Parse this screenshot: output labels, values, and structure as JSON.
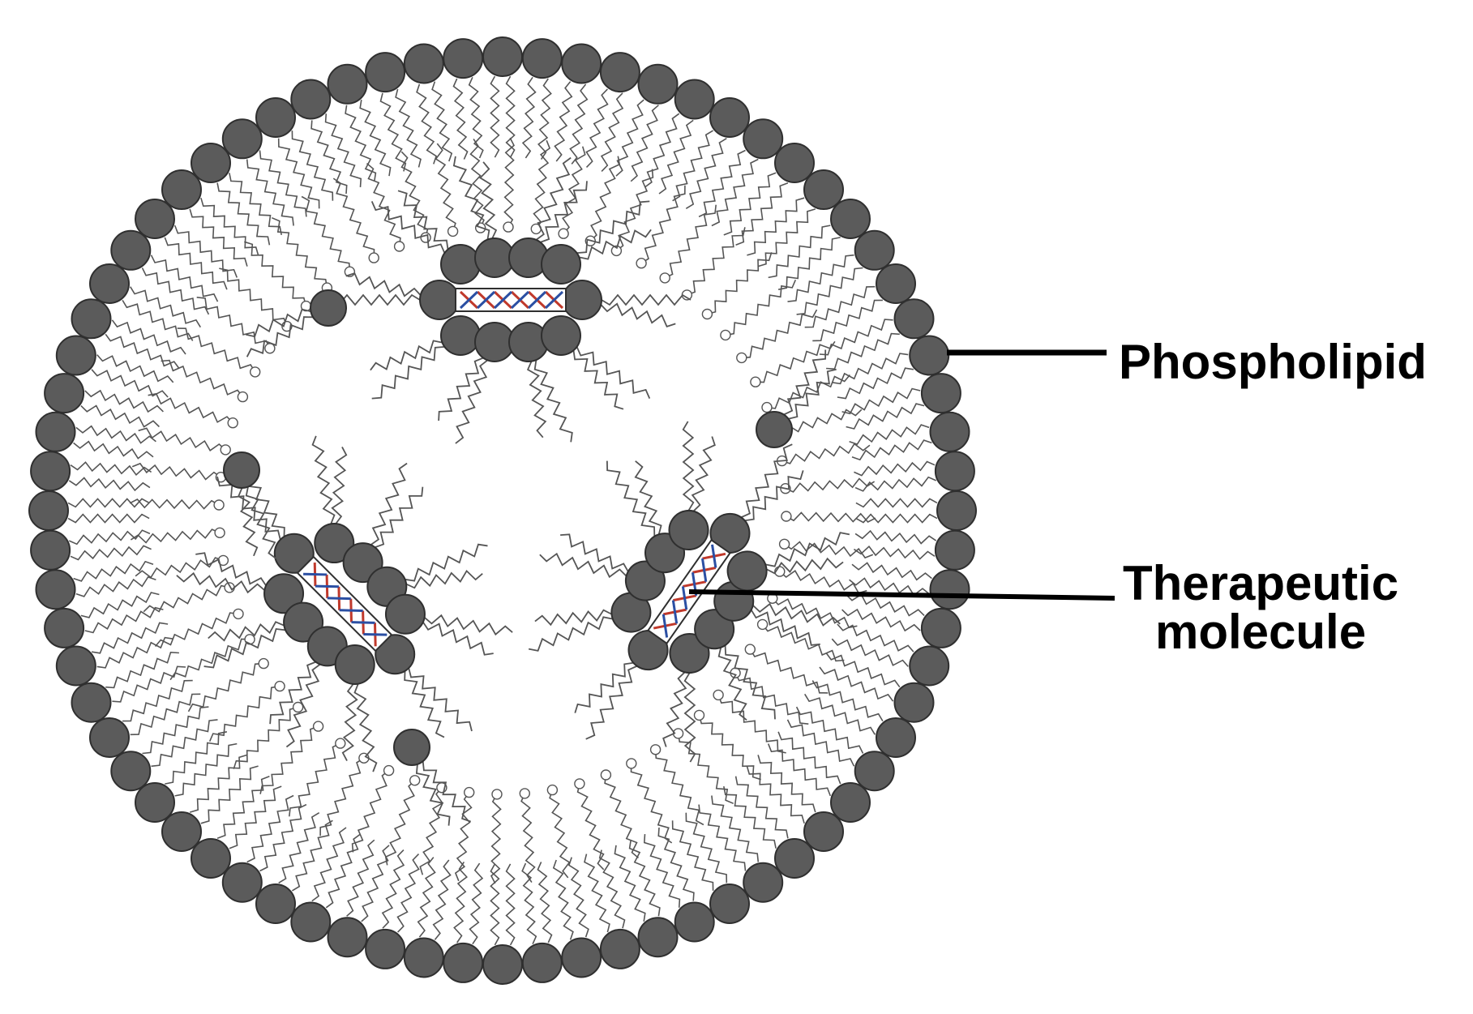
{
  "labels": {
    "phospholipid": "Phospholipid",
    "therapeutic_line1": "Therapeutic",
    "therapeutic_line2": "molecule"
  },
  "colors": {
    "background": "#ffffff",
    "head_fill": "#5b5b5b",
    "head_stroke": "#2f2f2f",
    "tail_stroke": "#555555",
    "leader_line": "#000000",
    "strand_red": "#c0392b",
    "strand_blue": "#2b4fa3"
  },
  "legend": {
    "phospholipid": "Phospholipid",
    "therapeutic": "Therapeutic molecule"
  }
}
